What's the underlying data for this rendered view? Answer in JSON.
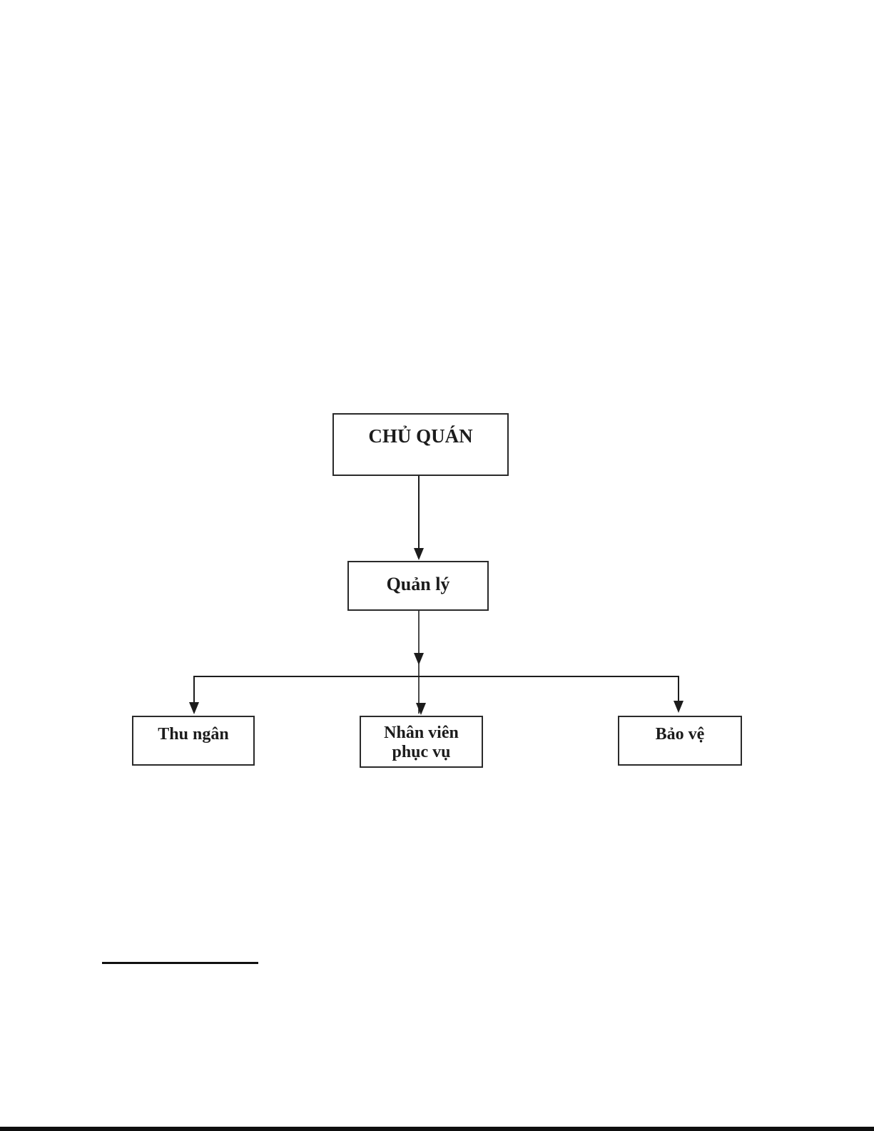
{
  "page": {
    "background": "#ffffff",
    "ink_color": "#1c1c1c"
  },
  "org_chart": {
    "type": "org-tree",
    "nodes": {
      "root": {
        "label": "CHỦ QUÁN"
      },
      "manager": {
        "label": "Quản lý"
      },
      "cashier": {
        "label": "Thu ngân"
      },
      "service_staff": {
        "label": "Nhân viên phục vụ",
        "lines": [
          "Nhân viên",
          "phục vụ"
        ]
      },
      "security": {
        "label": "Bảo vệ"
      }
    },
    "edges": [
      {
        "from": "root",
        "to": "manager"
      },
      {
        "from": "manager",
        "to": "cashier"
      },
      {
        "from": "manager",
        "to": "service_staff"
      },
      {
        "from": "manager",
        "to": "security"
      }
    ]
  }
}
